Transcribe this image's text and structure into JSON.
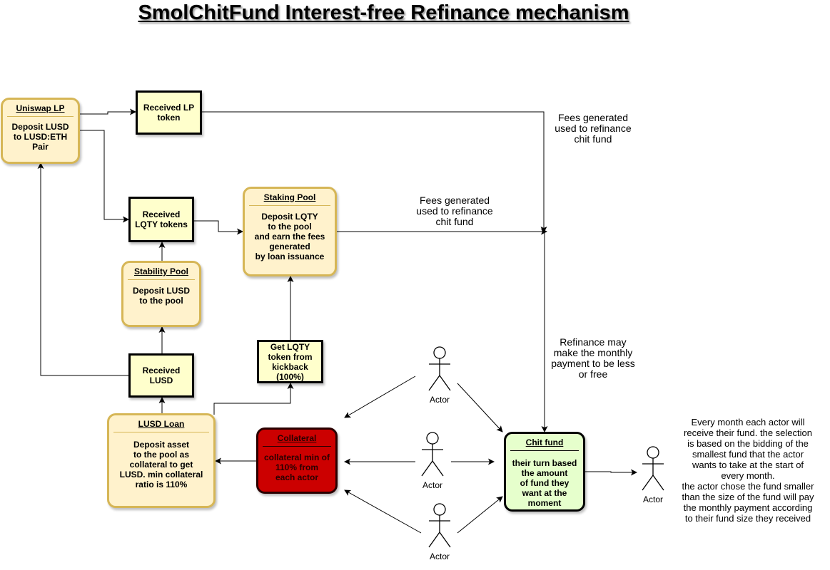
{
  "title": "SmolChitFund Interest-free Refinance mechanism",
  "nodes": {
    "uniswap_lp": {
      "header": "Uniswap LP",
      "body": "Deposit LUSD\nto LUSD:ETH\nPair"
    },
    "received_lp": {
      "body": "Received LP\ntoken"
    },
    "received_lqty": {
      "body": "Received\nLQTY tokens"
    },
    "staking_pool": {
      "header": "Staking Pool",
      "body": "Deposit LQTY\nto the pool\nand earn the fees\ngenerated\nby loan issuance"
    },
    "stability_pool": {
      "header": "Stability Pool",
      "body": "Deposit LUSD\nto the pool"
    },
    "received_lusd": {
      "body": "Received\nLUSD"
    },
    "get_lqty": {
      "body": "Get LQTY\ntoken from\nkickback\n(100%)"
    },
    "lusd_loan": {
      "header": "LUSD Loan",
      "body": "Deposit asset\nto the pool as\ncollateral to get\nLUSD. min collateral\nratio is 110%"
    },
    "collateral": {
      "header": "Collateral",
      "body": "collateral min of\n110% from\neach actor"
    },
    "chit_fund": {
      "header": "Chit fund",
      "body": "their turn based\nthe amount\nof fund they\nwant at the\nmoment"
    }
  },
  "labels": {
    "fees_top": "Fees generated\nused to refinance\nchit fund",
    "fees_mid": "Fees generated\nused to refinance\nchit fund",
    "refinance": "Refinance may\nmake the monthly\npayment to be less\nor free",
    "every_month": "Every month each actor will\nreceive their fund. the selection\nis based on the bidding of the\nsmallest fund that the actor\nwants to take at the start of\nevery month.\nthe actor chose the fund smaller\nthan the size of the fund will pay\nthe monthly payment according\nto their fund size they received"
  },
  "actors": [
    "Actor",
    "Actor",
    "Actor",
    "Actor"
  ],
  "colors": {
    "pool_fill": "#fff2cc",
    "pool_border": "#d6b656",
    "token_fill": "#ffffcc",
    "collateral_fill": "#cc0000",
    "chit_fill": "#e6ffcc"
  }
}
